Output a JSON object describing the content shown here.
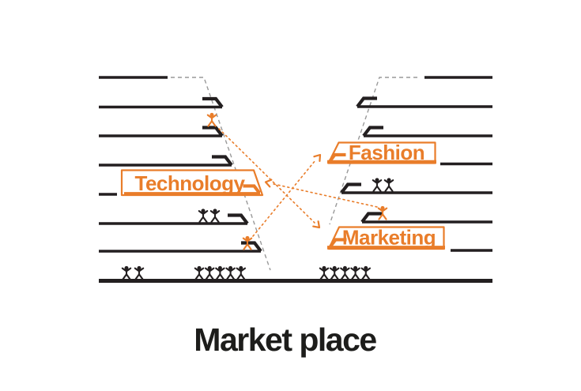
{
  "title": "Market place",
  "stalls": {
    "technology": {
      "label": "Technology"
    },
    "fashion": {
      "label": "Fashion"
    },
    "marketing": {
      "label": "Marketing"
    }
  },
  "colors": {
    "accent": "#E97D2A",
    "ink": "#231F20",
    "dash_gray": "#999999",
    "title_ink": "#1D1D1B",
    "background": "#FFFFFF"
  },
  "people": {
    "bottom_left_group": 2,
    "bottom_middle_group": 5,
    "bottom_right_group": 5,
    "technology_row_pair": 2,
    "fashion_row_pair": 2,
    "mover_to_marketing": 1,
    "mover_to_fashion": 1,
    "mover_to_technology": 1
  },
  "arrows": [
    {
      "from": "left-upper-shelf-person",
      "to": "Marketing",
      "style": "orange-dotted"
    },
    {
      "from": "left-lower-shelf-person",
      "to": "Fashion",
      "style": "orange-dotted"
    },
    {
      "from": "right-shelf-person",
      "to": "Technology",
      "style": "orange-dotted"
    }
  ],
  "shelf_rows": {
    "left_count": 7,
    "right_count": 7
  }
}
